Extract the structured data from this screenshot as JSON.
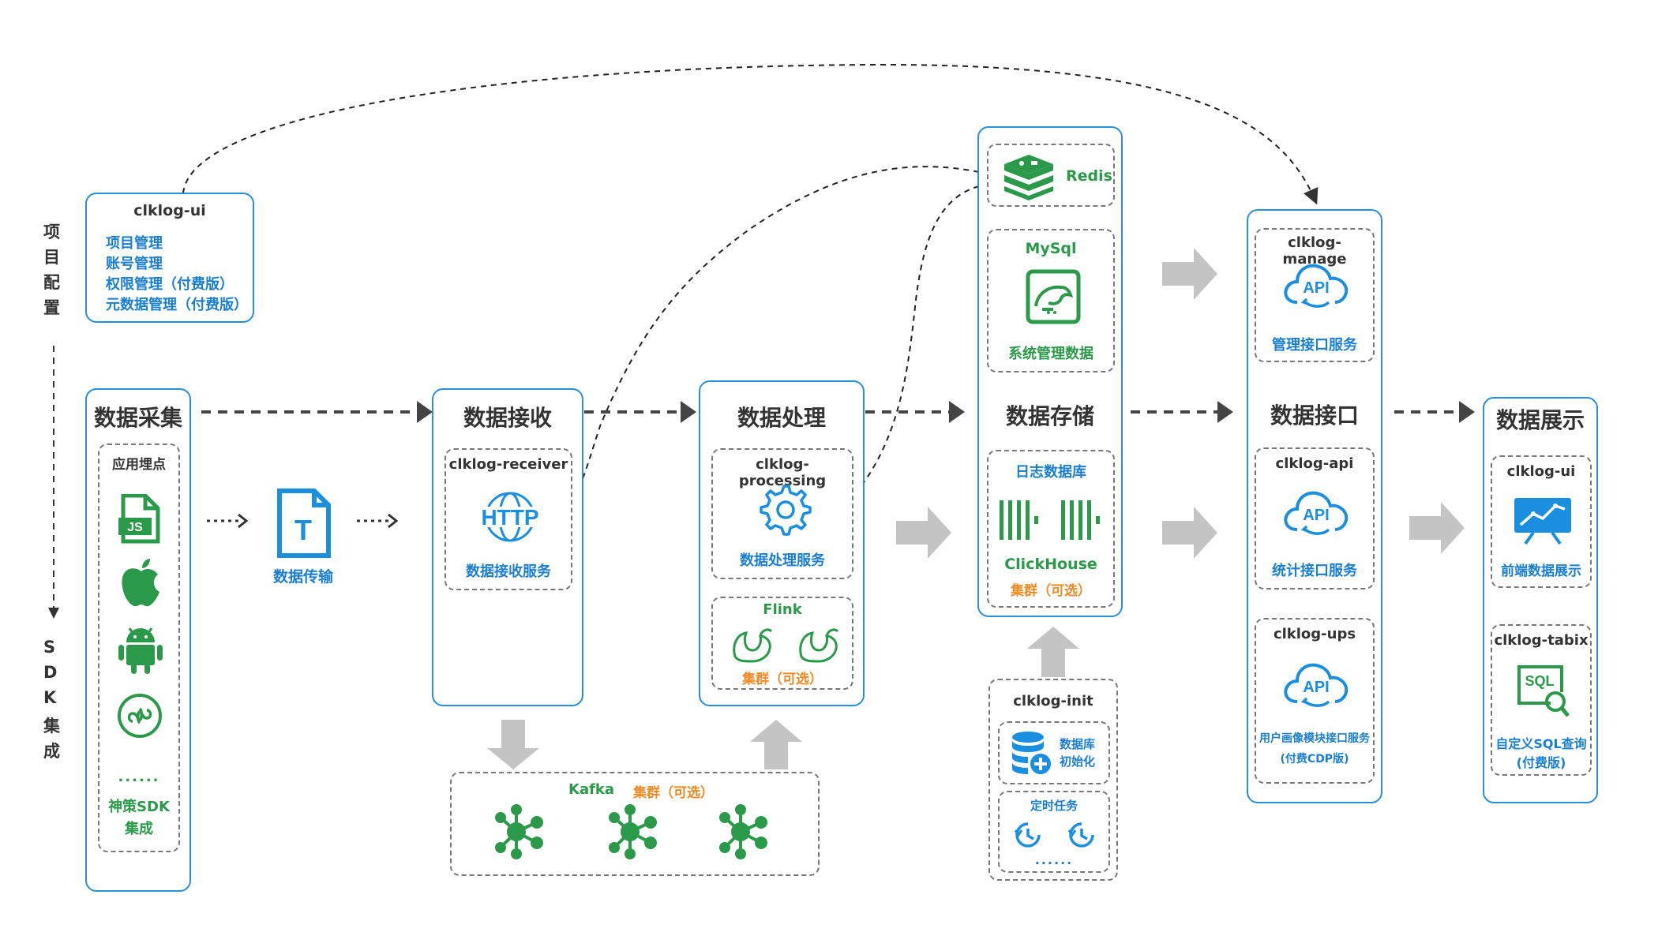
{
  "side_labels": {
    "project_config": [
      "项",
      "目",
      "配",
      "置"
    ],
    "sdk_integration": [
      "S",
      "D",
      "K",
      "集",
      "成"
    ]
  },
  "clklog_ui_top": {
    "title": "clklog-ui",
    "items": [
      "项目管理",
      "账号管理",
      "权限管理（付费版）",
      "元数据管理（付费版）"
    ]
  },
  "collect": {
    "title": "数据采集",
    "group_label": "应用埋点",
    "js_badge": "JS",
    "more": "......",
    "sdk_label_1": "神策SDK",
    "sdk_label_2": "集成"
  },
  "transfer": {
    "icon_letter": "T",
    "label": "数据传输"
  },
  "receive": {
    "title": "数据接收",
    "module": "clklog-receiver",
    "icon_text": "HTTP",
    "label": "数据接收服务"
  },
  "process": {
    "title": "数据处理",
    "module": "clklog-processing",
    "label": "数据处理服务",
    "flink_title": "Flink",
    "flink_cluster": "集群（可选）"
  },
  "kafka": {
    "title": "Kafka",
    "cluster": "集群（可选）"
  },
  "storage": {
    "title": "数据存储",
    "redis": "Redis",
    "mysql_title": "MySql",
    "mysql_label": "系统管理数据",
    "log_db_title": "日志数据库",
    "clickhouse": "ClickHouse",
    "cluster": "集群（可选）"
  },
  "init": {
    "title": "clklog-init",
    "db_init_1": "数据库",
    "db_init_2": "初始化",
    "cron_title": "定时任务",
    "more": "......"
  },
  "api": {
    "title": "数据接口",
    "manage_module": "clklog-manage",
    "manage_label": "管理接口服务",
    "api_module": "clklog-api",
    "api_label": "统计接口服务",
    "ups_module": "clklog-ups",
    "ups_label_1": "用户画像模块接口服务",
    "ups_label_2": "(付费CDP版)",
    "api_icon_text": "API"
  },
  "display": {
    "title": "数据展示",
    "ui_module": "clklog-ui",
    "ui_label": "前端数据展示",
    "tabix_module": "clklog-tabix",
    "sql_icon_text": "SQL",
    "tabix_label_1": "自定义SQL查询",
    "tabix_label_2": "(付费版)"
  },
  "colors": {
    "blue": "#1a7fd0",
    "green": "#2a9a4a",
    "orange": "#f08a24",
    "border": "#2a8fd8"
  }
}
